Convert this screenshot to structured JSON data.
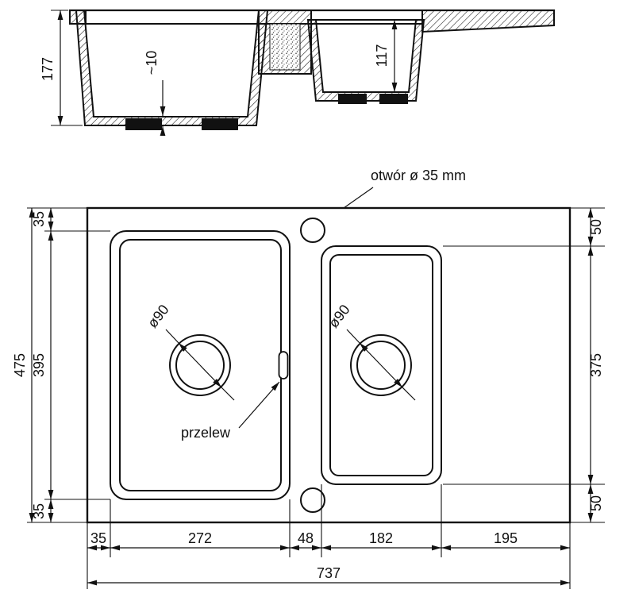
{
  "drawing": {
    "background": "#ffffff",
    "line_color": "#111111",
    "kind": "kitchen sink technical dimension drawing"
  },
  "cross_section": {
    "total_depth": "177",
    "bottom_thickness": "~10",
    "small_bowl_depth": "117"
  },
  "plan": {
    "tap_hole_callout": "otwór ø 35 mm",
    "overflow_callout": "przelew",
    "left_bowl_drain_diameter": "ø90",
    "right_bowl_drain_diameter": "ø90",
    "left_chain": {
      "top_margin": "35",
      "bowl_height": "395",
      "bottom_margin": "35",
      "total_height": "475"
    },
    "right_chain": {
      "top_margin": "50",
      "bowl_height": "375",
      "bottom_margin": "50"
    },
    "bottom_chain": {
      "left_margin": "35",
      "left_bowl_width": "272",
      "gap": "48",
      "right_bowl_width": "182",
      "drainer_width": "195",
      "total_width": "737"
    }
  }
}
